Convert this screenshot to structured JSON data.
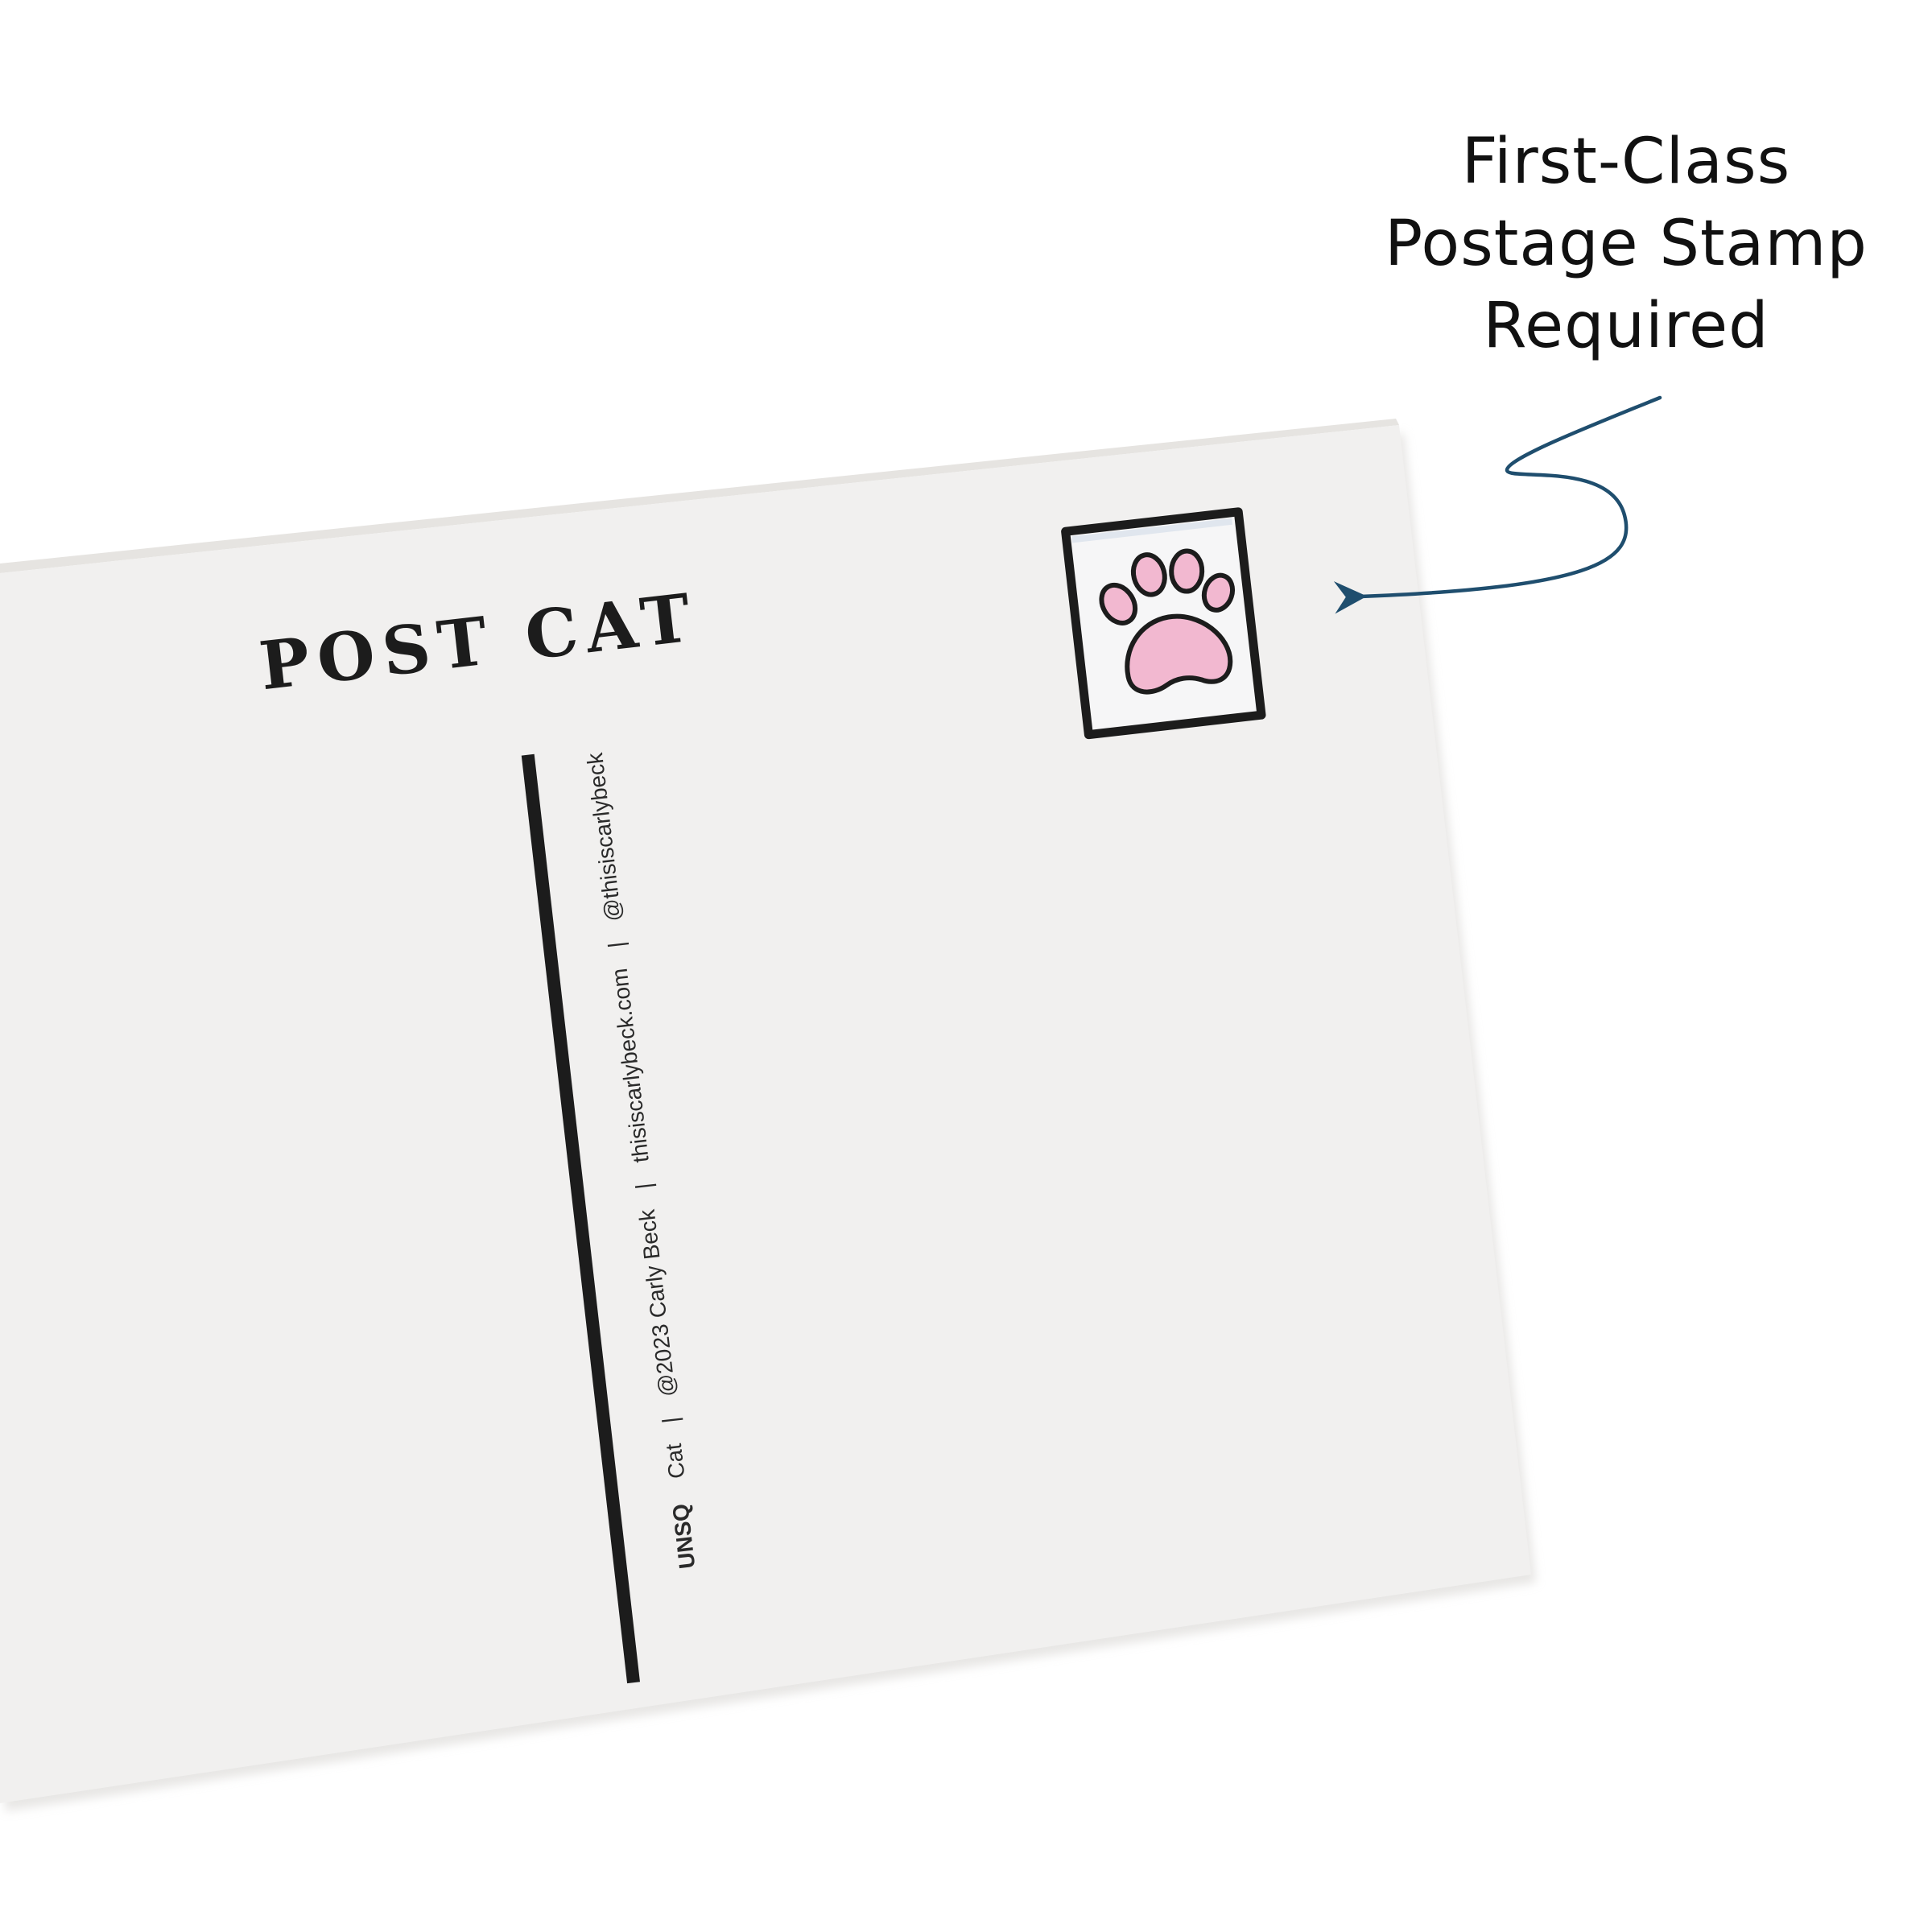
{
  "callout": {
    "lines": [
      "First-Class",
      "Postage Stamp",
      "Required"
    ],
    "arrow_color": "#1f4e6e"
  },
  "postcard": {
    "title": "POST CAT",
    "paper_color": "#f1f0ef",
    "ink_color": "#1c1c1c",
    "stamp": {
      "icon": "paw-print-icon",
      "pad_color": "#f2b8d0"
    },
    "imprint": {
      "brand": "UNSQ",
      "product": "Cat",
      "copyright": "@2023 Carly Beck",
      "website": "thisiscarlybeck.com",
      "handle": "@thisiscarlybeck",
      "separator": "|"
    }
  }
}
